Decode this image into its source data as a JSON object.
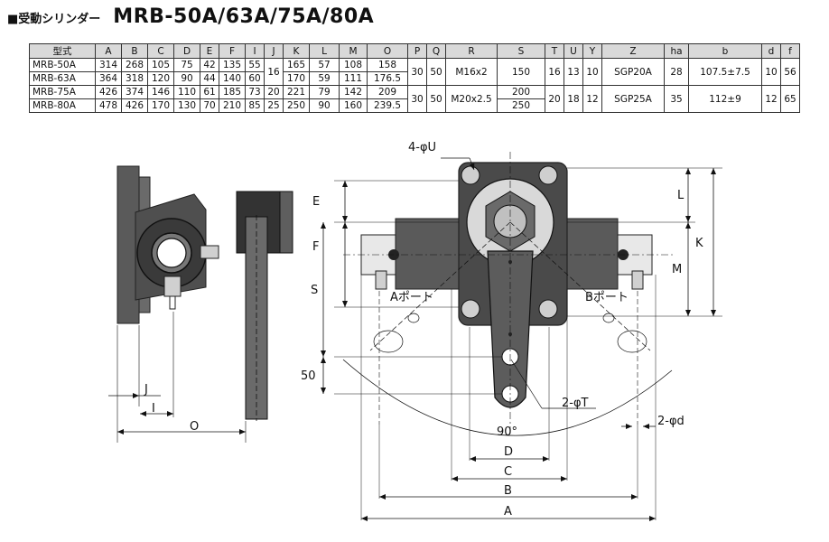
{
  "title": {
    "prefix": "■受動シリンダー",
    "model": "MRB-50A/63A/75A/80A"
  },
  "table": {
    "headers": [
      "型式",
      "A",
      "B",
      "C",
      "D",
      "E",
      "F",
      "I",
      "J",
      "K",
      "L",
      "M",
      "O",
      "P",
      "Q",
      "R",
      "S",
      "T",
      "U",
      "Y",
      "Z",
      "ha",
      "b",
      "d",
      "f"
    ],
    "rows": [
      [
        "MRB-50A",
        "314",
        "268",
        "105",
        "75",
        "42",
        "135",
        "55",
        "16",
        "165",
        "57",
        "108",
        "158",
        "30",
        "50",
        "M16x2",
        "150",
        "16",
        "13",
        "10",
        "SGP20A",
        "28",
        "107.5±7.5",
        "10",
        "56"
      ],
      [
        "MRB-63A",
        "364",
        "318",
        "120",
        "90",
        "44",
        "140",
        "60",
        "",
        "170",
        "59",
        "111",
        "176.5",
        "",
        "",
        "",
        "",
        "",
        "",
        "",
        "",
        "",
        "",
        "",
        ""
      ],
      [
        "MRB-75A",
        "426",
        "374",
        "146",
        "110",
        "61",
        "185",
        "73",
        "20",
        "221",
        "79",
        "142",
        "209",
        "30",
        "50",
        "M20x2.5",
        "200",
        "20",
        "18",
        "12",
        "SGP25A",
        "35",
        "112±9",
        "12",
        "65"
      ],
      [
        "MRB-80A",
        "478",
        "426",
        "170",
        "130",
        "70",
        "210",
        "85",
        "25",
        "250",
        "90",
        "160",
        "239.5",
        "",
        "",
        "",
        "250",
        "",
        "",
        "",
        "",
        "",
        "",
        "",
        ""
      ]
    ]
  },
  "drawing": {
    "labels": {
      "holes_u": "4-φU",
      "holes_t": "2-φT",
      "holes_d": "2-φd",
      "port_a": "Aポート",
      "port_b": "Bポート",
      "angle": "90°",
      "E": "E",
      "F": "F",
      "S": "S",
      "fifty": "50",
      "L": "L",
      "K": "K",
      "M": "M",
      "J": "J",
      "I": "I",
      "O": "O",
      "D": "D",
      "C": "C",
      "B": "B",
      "A": "A"
    },
    "colors": {
      "body": "#555555",
      "body_dark": "#2f2f2f",
      "fitting": "#c8c8c8",
      "line": "#111111"
    }
  }
}
